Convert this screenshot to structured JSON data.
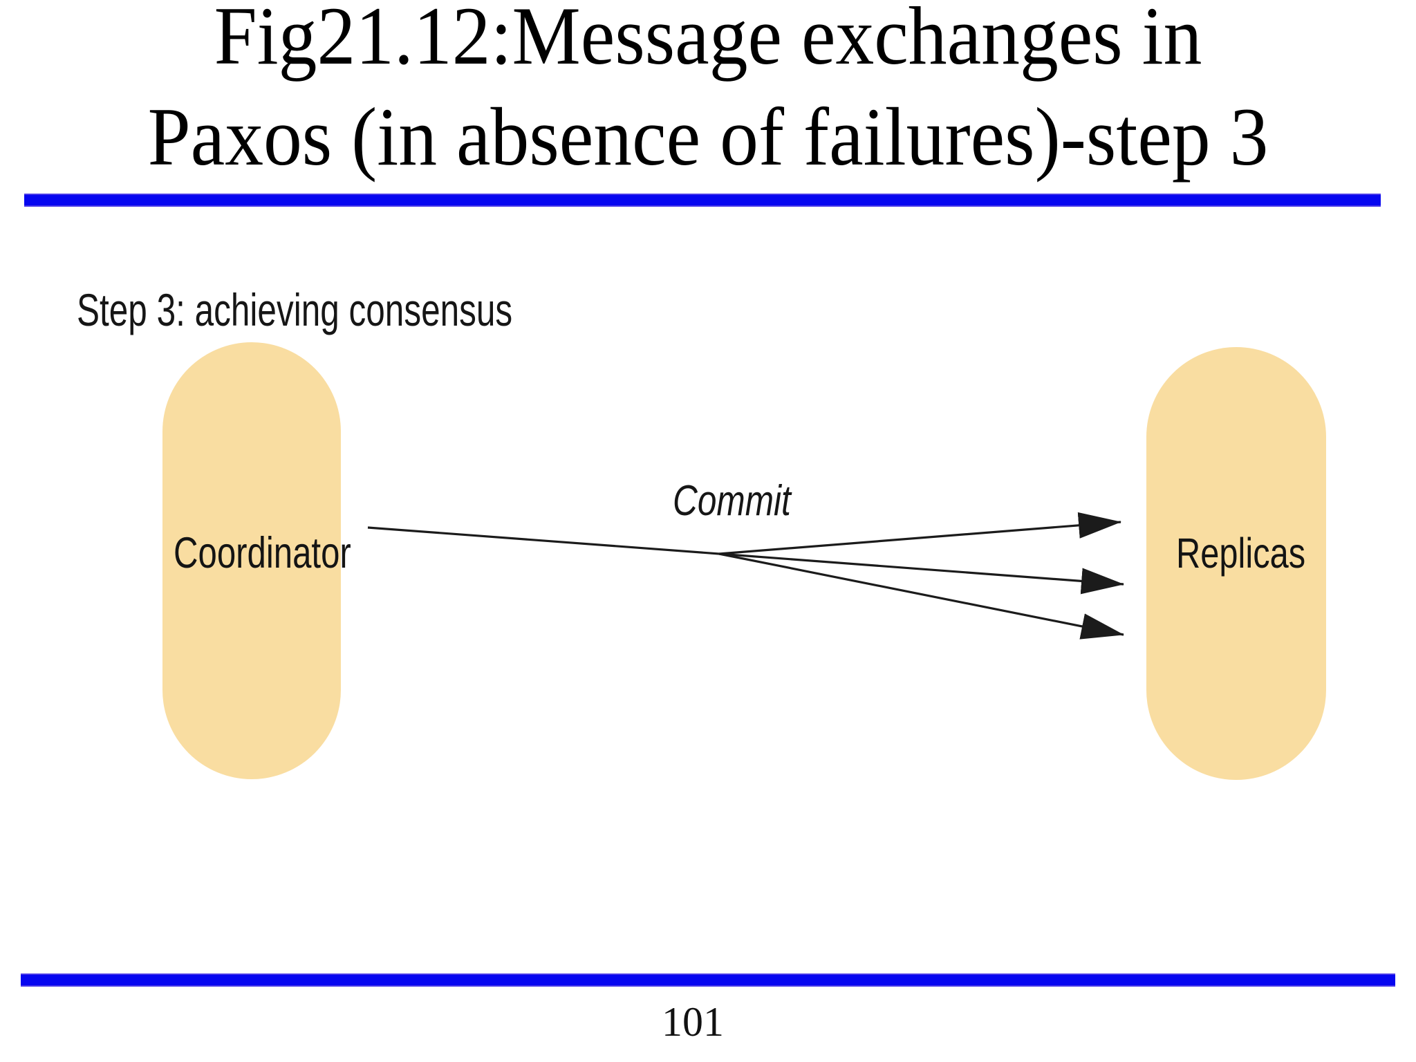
{
  "slide": {
    "title_lines": [
      "Fig21.12:Message exchanges in",
      "Paxos (in absence of failures)-step 3"
    ],
    "page_number": "101",
    "accent_color": "#0606f0",
    "background_color": "#ffffff"
  },
  "diagram": {
    "step_label": "Step 3: achieving consensus",
    "nodes": [
      {
        "id": "coordinator",
        "label": "Coordinator",
        "fill": "#f9dda1"
      },
      {
        "id": "replicas",
        "label": "Replicas",
        "fill": "#f9dda1"
      }
    ],
    "message_label": "Commit",
    "arrow_color": "#1b1b1b",
    "arrows": [
      {
        "from": "coordinator",
        "to": "replicas",
        "branch_count": 3,
        "label": "Commit"
      }
    ]
  }
}
